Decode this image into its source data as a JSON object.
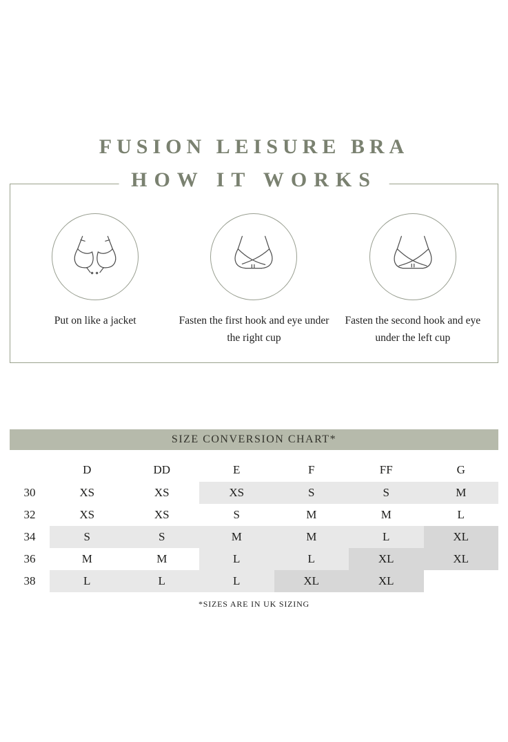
{
  "page": {
    "title": "FUSION LEISURE BRA"
  },
  "how_it_works": {
    "heading": "HOW IT WORKS",
    "steps": [
      {
        "icon": "bra-open-icon",
        "caption": "Put on like a jacket"
      },
      {
        "icon": "bra-first-hook-icon",
        "caption": "Fasten the first hook and eye under the right cup"
      },
      {
        "icon": "bra-second-hook-icon",
        "caption": "Fasten the second hook and eye under the left cup"
      }
    ]
  },
  "size_chart": {
    "header": "SIZE CONVERSION CHART*",
    "columns": [
      "D",
      "DD",
      "E",
      "F",
      "FF",
      "G"
    ],
    "rows": [
      {
        "band": "30",
        "values": [
          "XS",
          "XS",
          "XS",
          "S",
          "S",
          "M"
        ],
        "shades": [
          0,
          0,
          1,
          1,
          1,
          1
        ]
      },
      {
        "band": "32",
        "values": [
          "XS",
          "XS",
          "S",
          "M",
          "M",
          "L"
        ],
        "shades": [
          0,
          0,
          0,
          0,
          0,
          0
        ]
      },
      {
        "band": "34",
        "values": [
          "S",
          "S",
          "M",
          "M",
          "L",
          "XL"
        ],
        "shades": [
          1,
          1,
          1,
          1,
          1,
          2
        ]
      },
      {
        "band": "36",
        "values": [
          "M",
          "M",
          "L",
          "L",
          "XL",
          "XL"
        ],
        "shades": [
          0,
          0,
          1,
          1,
          2,
          2
        ]
      },
      {
        "band": "38",
        "values": [
          "L",
          "L",
          "L",
          "XL",
          "XL",
          ""
        ],
        "shades": [
          1,
          1,
          1,
          2,
          2,
          0
        ]
      }
    ],
    "footnote": "*SIZES ARE IN UK SIZING"
  },
  "chart_data": {
    "type": "table",
    "title": "SIZE CONVERSION CHART*",
    "columns": [
      "D",
      "DD",
      "E",
      "F",
      "FF",
      "G"
    ],
    "row_labels": [
      "30",
      "32",
      "34",
      "36",
      "38"
    ],
    "cells": [
      [
        "XS",
        "XS",
        "XS",
        "S",
        "S",
        "M"
      ],
      [
        "XS",
        "XS",
        "S",
        "M",
        "M",
        "L"
      ],
      [
        "S",
        "S",
        "M",
        "M",
        "L",
        "XL"
      ],
      [
        "M",
        "M",
        "L",
        "L",
        "XL",
        "XL"
      ],
      [
        "L",
        "L",
        "L",
        "XL",
        "XL",
        ""
      ]
    ],
    "footnote": "*SIZES ARE IN UK SIZING"
  },
  "colors": {
    "accent_green": "#7a8170",
    "box_border": "#9aa18c",
    "chart_header_bg": "#b6baab",
    "shade_light": "#e8e8e8",
    "shade_medium": "#d7d7d7"
  }
}
